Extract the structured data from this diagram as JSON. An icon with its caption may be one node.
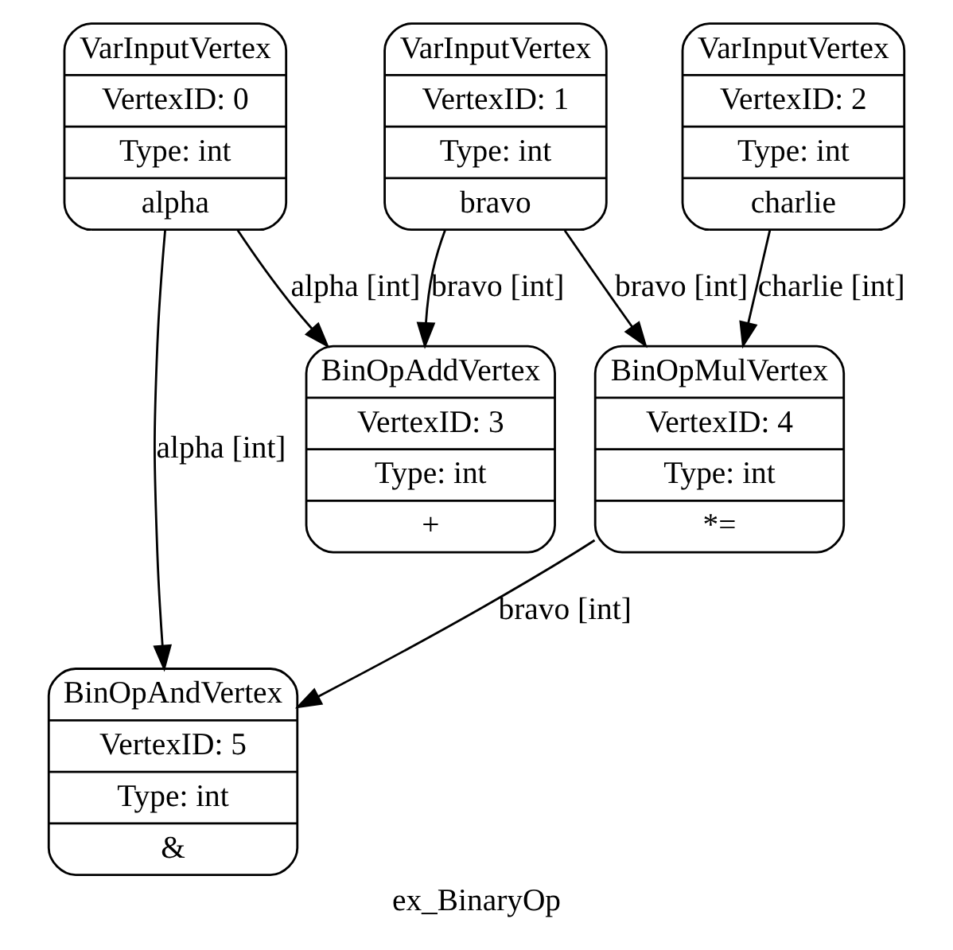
{
  "diagram": {
    "title": "ex_BinaryOp",
    "nodes": [
      {
        "text": [
          "VarInputVertex",
          "VertexID: 0",
          "Type: int",
          "alpha"
        ]
      },
      {
        "text": [
          "VarInputVertex",
          "VertexID: 1",
          "Type: int",
          "bravo"
        ]
      },
      {
        "text": [
          "VarInputVertex",
          "VertexID: 2",
          "Type: int",
          "charlie"
        ]
      },
      {
        "text": [
          "BinOpAddVertex",
          "VertexID: 3",
          "Type: int",
          "+"
        ]
      },
      {
        "text": [
          "BinOpMulVertex",
          "VertexID: 4",
          "Type: int",
          "*="
        ]
      },
      {
        "text": [
          "BinOpAndVertex",
          "VertexID: 5",
          "Type: int",
          "&"
        ]
      }
    ],
    "edges": [
      {
        "from": 0,
        "to": 3,
        "arrow": "to",
        "label": "alpha [int]"
      },
      {
        "from": 1,
        "to": 3,
        "arrow": "to",
        "label": "bravo [int]"
      },
      {
        "from": 1,
        "to": 4,
        "arrow": "to",
        "label": "bravo [int]"
      },
      {
        "from": 2,
        "to": 4,
        "arrow": "to",
        "label": "charlie [int]"
      },
      {
        "from": 0,
        "to": 5,
        "arrow": "to",
        "label": "alpha [int]"
      },
      {
        "from": 4,
        "to": 5,
        "arrow": "to",
        "label": "bravo [int]"
      }
    ]
  }
}
